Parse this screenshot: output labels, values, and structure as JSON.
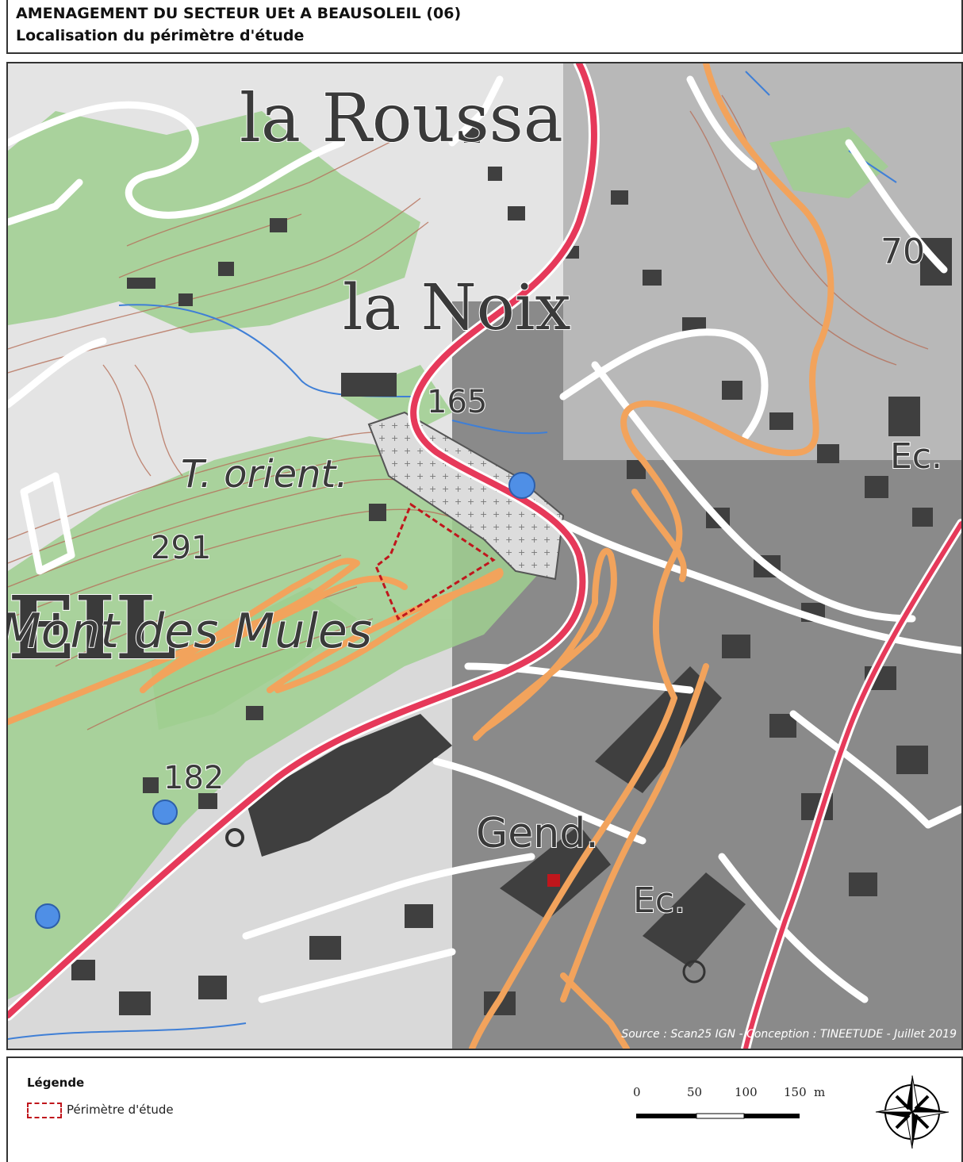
{
  "title": {
    "line1": "AMENAGEMENT DU SECTEUR UEt A BEAUSOLEIL (06)",
    "line2": "Localisation du périmètre d'étude"
  },
  "map": {
    "place_labels": [
      "la Roussa",
      "la Noix",
      "T. orient.",
      "Mont des Mules",
      "EIL",
      "Gend.",
      "Ec.",
      "Ec."
    ],
    "elevation_labels": [
      "165",
      "291",
      "182",
      "70"
    ],
    "source": "Source : Scan25 IGN - Conception : TINEETUDE - Juillet 2019",
    "colors": {
      "vegetation": "#9fcf8f",
      "main_road": "#e6395a",
      "secondary_road": "#f2a35c",
      "building": "#3f3f3f",
      "contour": "#b6705a",
      "water": "#3f7fd6",
      "study_perimeter": "#c0161c"
    }
  },
  "legend": {
    "title": "Légende",
    "study_perimeter_label": "Périmètre d'étude"
  },
  "scale_bar": {
    "labels": [
      "0",
      "50",
      "100",
      "150"
    ],
    "unit": "m"
  },
  "compass": {
    "icon": "compass-rose-icon"
  }
}
